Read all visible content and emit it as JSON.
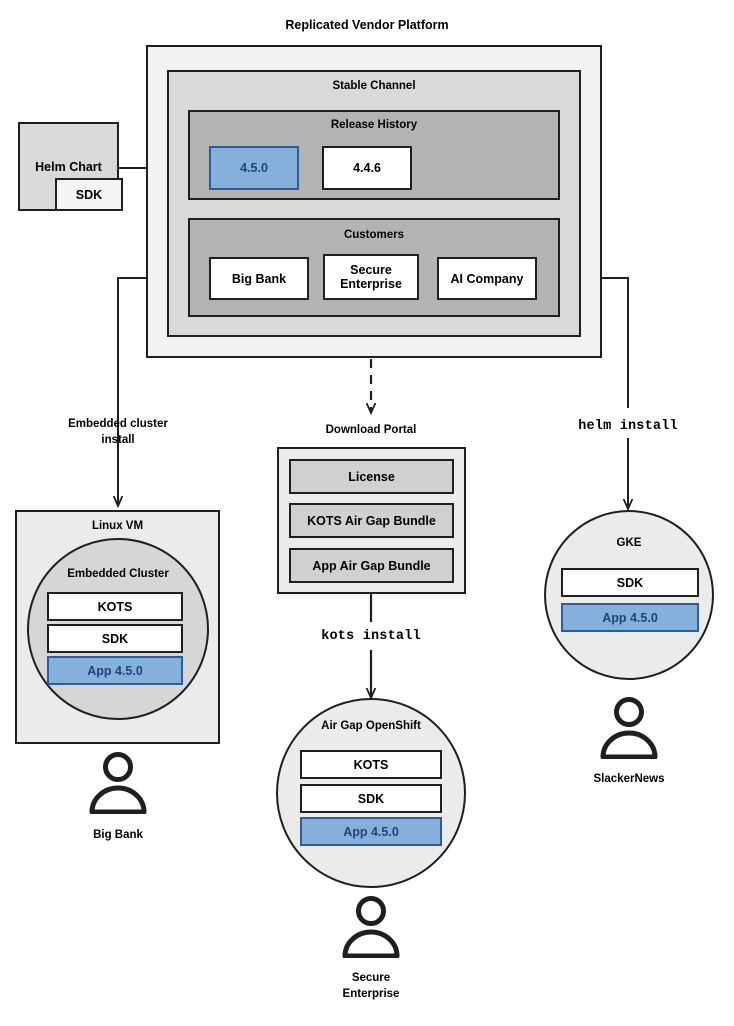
{
  "diagram": {
    "title": "Replicated Vendor Platform",
    "platform": {
      "channel_title": "Stable Channel",
      "release_history": {
        "title": "Release History",
        "releases": [
          {
            "label": "4.5.0",
            "state": "current"
          },
          {
            "label": "4.4.6",
            "state": "previous"
          }
        ]
      },
      "customers": {
        "title": "Customers",
        "items": [
          {
            "label": "Big Bank"
          },
          {
            "label": "Secure Enterprise"
          },
          {
            "label": "AI Company"
          }
        ]
      }
    },
    "source": {
      "title": "Helm Chart",
      "sub": "SDK"
    },
    "edges": [
      {
        "label": "Embedded cluster install",
        "style": "solid"
      },
      {
        "label": "kots install",
        "style": "solid",
        "mono": true
      },
      {
        "label": "helm install",
        "style": "solid",
        "mono": true
      }
    ],
    "download_portal": {
      "title": "Download Portal",
      "artifacts": [
        "License",
        "KOTS Air Gap Bundle",
        "App Air Gap Bundle"
      ]
    },
    "targets": [
      {
        "name": "Linux VM",
        "shape": "box",
        "inner_title": "Embedded Cluster",
        "components": [
          {
            "label": "KOTS",
            "highlight": false
          },
          {
            "label": "SDK",
            "highlight": false
          },
          {
            "label": "App 4.5.0",
            "highlight": true
          }
        ],
        "actor": "Big Bank"
      },
      {
        "name": "Air Gap OpenShift",
        "shape": "circle",
        "components": [
          {
            "label": "KOTS",
            "highlight": false
          },
          {
            "label": "SDK",
            "highlight": false
          },
          {
            "label": "App 4.5.0",
            "highlight": true
          }
        ],
        "actor": "Secure Enterprise"
      },
      {
        "name": "GKE",
        "shape": "circle",
        "components": [
          {
            "label": "SDK",
            "highlight": false
          },
          {
            "label": "App 4.5.0",
            "highlight": true
          }
        ],
        "actor": "SlackerNews"
      }
    ],
    "edge_labels": {
      "embedded_line1": "Embedded cluster",
      "embedded_line2": "install",
      "kots": "kots install",
      "helm": "helm install"
    },
    "actors": {
      "big_bank": "Big Bank",
      "secure_line1": "Secure",
      "secure_line2": "Enterprise",
      "slackernews": "SlackerNews"
    },
    "colors": {
      "highlight_fill": "#86b0dc",
      "highlight_border": "#2f5c93",
      "highlight_text": "#1d4477",
      "stroke": "#1f1f1f",
      "outer_fill": "#f2f2f2",
      "channel_fill": "#d9d9d9",
      "section_fill": "#b3b3b3"
    }
  }
}
